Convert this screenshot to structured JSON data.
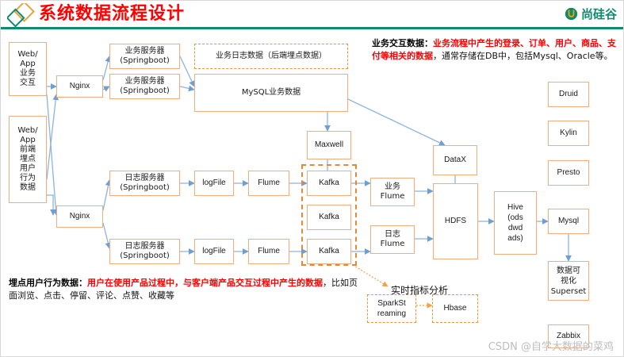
{
  "header": {
    "title": "系统数据流程设计",
    "brand": "尚硅谷",
    "brand_icon": "u-circle-logo-icon",
    "diamond_icon": "diamond-pair-icon",
    "rule_color": "#0e8a6e",
    "title_color": "#ff0000"
  },
  "colors": {
    "box_border": "#f2ad7e",
    "dashed_border": "#e08a3c",
    "arrow": "#7fabdb",
    "dotted_arrow": "#f5a04a",
    "accent_red": "#ff0000",
    "brand_green": "#0e8a6e"
  },
  "nodes": {
    "web_app_business": "Web/\nApp\n业务\n交互",
    "web_app_frontend": "Web/\nApp\n前端\n埋点\n用户\n行为\n数据",
    "nginx_top": "Nginx",
    "nginx_bottom": "Nginx",
    "biz_server_1": "业务服务器\n(Springboot)",
    "biz_server_2": "业务服务器\n(Springboot)",
    "biz_log_data": "业务日志数据（后端埋点数据）",
    "mysql_biz_data": "MySQL业务数据",
    "maxwell": "Maxwell",
    "datax": "DataX",
    "log_server_1": "日志服务器\n(Springboot)",
    "log_server_2": "日志服务器\n(Springboot)",
    "logfile_1": "logFile",
    "logfile_2": "logFile",
    "flume_1": "Flume",
    "flume_2": "Flume",
    "kafka_1": "Kafka",
    "kafka_2": "Kafka",
    "kafka_3": "Kafka",
    "biz_flume": "业务\nFlume",
    "log_flume": "日志\nFlume",
    "hdfs": "HDFS",
    "hive": "Hive\n(ods\ndwd\nads)",
    "druid": "Druid",
    "kylin": "Kylin",
    "presto": "Presto",
    "mysql_out": "Mysql",
    "superset": "数据可\n视化\nSuperset",
    "zabbix": "Zabbix",
    "sparkstreaming": "SparkSt\nreaming",
    "hbase": "Hbase"
  },
  "labels": {
    "realtime_analysis": "实时指标分析"
  },
  "notes": {
    "business_note": {
      "lead": "业务交互数据：",
      "red": "业务流程中产生的登录、订单、用户、商品、支付等相关的数据",
      "tail": "，通常存储在DB中，包括Mysql、Oracle等。"
    },
    "tracking_note": {
      "lead": "埋点用户行为数据：",
      "red": "用户在使用产品过程中，与客户端产品交互过程中产生的数据",
      "tail": "，比如页面浏览、点击、停留、评论、点赞、收藏等"
    }
  },
  "watermark": "CSDN @自学大数据的菜鸡"
}
